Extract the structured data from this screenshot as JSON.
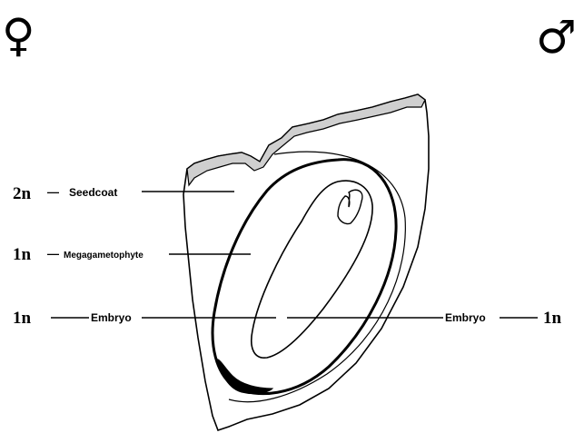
{
  "symbols": {
    "female": "♀",
    "male": "♂"
  },
  "labels": {
    "seedcoat": {
      "ploidy": "2n",
      "dash": "—",
      "name": "Seedcoat"
    },
    "megagametophyte": {
      "ploidy": "1n",
      "dash": "—",
      "name": "Megagametophyte"
    },
    "embryo_left": {
      "ploidy": "1n",
      "name": "Embryo"
    },
    "embryo_right": {
      "ploidy": "1n",
      "name": "Embryo"
    }
  }
}
